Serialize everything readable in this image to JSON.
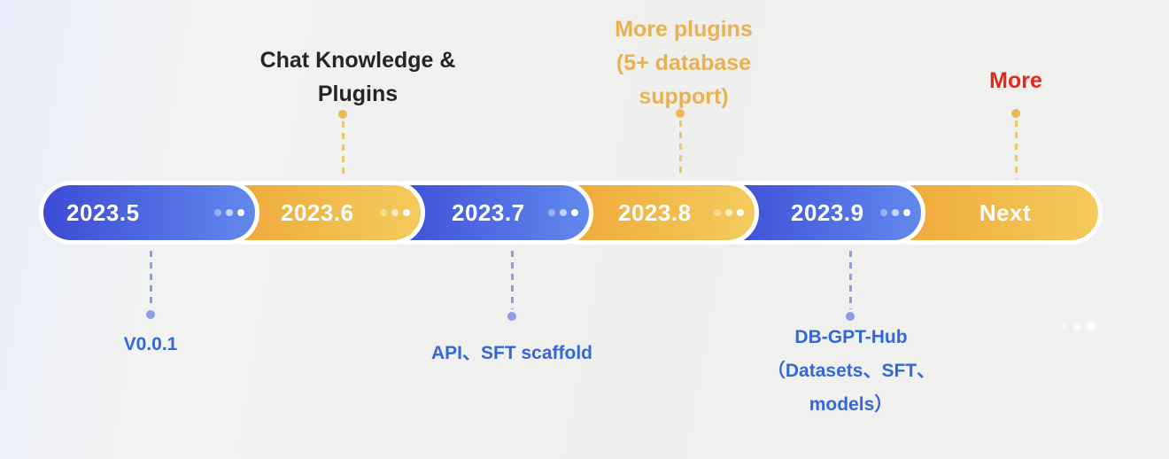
{
  "diagram": {
    "type": "roadmap-timeline",
    "segments": [
      {
        "label": "2023.5",
        "style": "blue",
        "dots": "•••"
      },
      {
        "label": "2023.6",
        "style": "yellow",
        "dots": "•••"
      },
      {
        "label": "2023.7",
        "style": "blue",
        "dots": "•••"
      },
      {
        "label": "2023.8",
        "style": "yellow",
        "dots": "•••"
      },
      {
        "label": "2023.9",
        "style": "blue",
        "dots": "•••"
      },
      {
        "label": "Next",
        "style": "yellow",
        "dots": ""
      }
    ],
    "milestones_above": [
      {
        "for": "2023.6",
        "color": "#252525",
        "lines": [
          "Chat Knowledge &",
          "Plugins"
        ]
      },
      {
        "for": "2023.8",
        "color": "#e8b253",
        "lines": [
          "More plugins",
          "(5+ database",
          "support)"
        ]
      },
      {
        "for": "Next",
        "color": "#e02a1c",
        "lines": [
          "More"
        ]
      }
    ],
    "milestones_below": [
      {
        "for": "2023.5",
        "color": "#3468d9",
        "lines": [
          "V0.0.1"
        ]
      },
      {
        "for": "2023.7",
        "color": "#3468d9",
        "lines": [
          "API、SFT scaffold"
        ]
      },
      {
        "for": "2023.9",
        "color": "#3468d9",
        "lines": [
          "DB-GPT-Hub",
          "（Datasets、SFT、",
          "models）"
        ]
      }
    ],
    "colors": {
      "blue_gradient_start": "#3c4bd5",
      "blue_gradient_end": "#6189ee",
      "yellow_gradient_start": "#efa637",
      "yellow_gradient_end": "#f3cb5c",
      "segment_ring": "#ffffff",
      "gold_text": "#e8b253",
      "red_text": "#e02a1c",
      "blue_text": "#3468d9",
      "gold_dash": "#eac76f",
      "periwinkle_dash": "#8c9ce6"
    }
  }
}
